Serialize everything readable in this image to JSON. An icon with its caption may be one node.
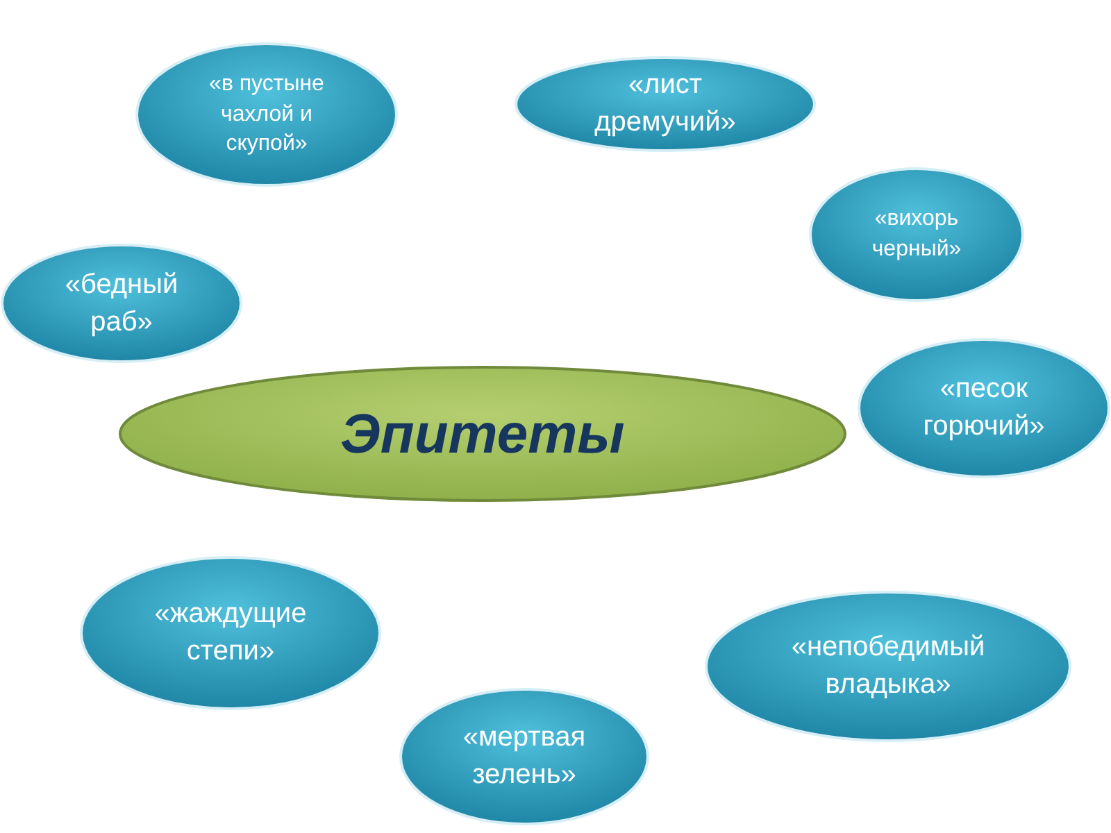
{
  "diagram": {
    "nodes": [
      {
        "text": [
          "«в пустыне чахлой и скупой»"
        ]
      },
      {
        "text": [
          "«лист дремучий»"
        ]
      },
      {
        "text": [
          "«вихорь черный»"
        ]
      },
      {
        "text": [
          "«бедный раб»"
        ]
      },
      {
        "text": [
          "Эпитеты"
        ]
      },
      {
        "text": [
          "«песок горючий»"
        ]
      },
      {
        "text": [
          "«жаждущие степи»"
        ]
      },
      {
        "text": [
          "«непобедимый владыка»"
        ]
      },
      {
        "text": [
          "«мертвая зелень»"
        ]
      }
    ]
  }
}
